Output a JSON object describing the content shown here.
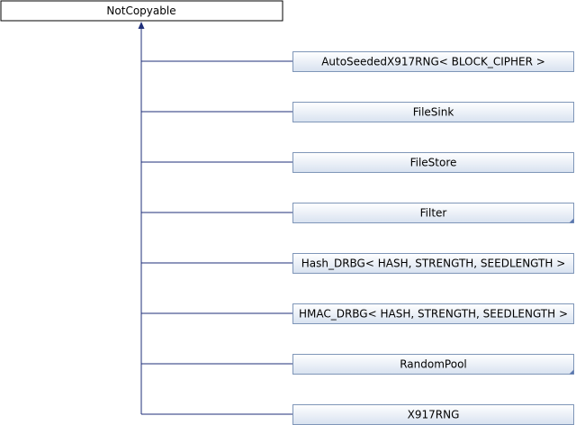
{
  "diagram": {
    "base_class": {
      "id": "notcopyable",
      "label": "NotCopyable"
    },
    "derived_classes": [
      {
        "id": "autoseeded-x917rng",
        "label": "AutoSeededX917RNG< BLOCK_CIPHER >",
        "has_more": false
      },
      {
        "id": "filesink",
        "label": "FileSink",
        "has_more": false
      },
      {
        "id": "filestore",
        "label": "FileStore",
        "has_more": false
      },
      {
        "id": "filter",
        "label": "Filter",
        "has_more": true
      },
      {
        "id": "hash-drbg",
        "label": "Hash_DRBG< HASH, STRENGTH, SEEDLENGTH >",
        "has_more": false
      },
      {
        "id": "hmac-drbg",
        "label": "HMAC_DRBG< HASH, STRENGTH, SEEDLENGTH >",
        "has_more": false
      },
      {
        "id": "randompool",
        "label": "RandomPool",
        "has_more": true
      },
      {
        "id": "x917rng",
        "label": "X917RNG",
        "has_more": false
      }
    ],
    "colors": {
      "base_fill": "#ffffff",
      "base_stroke": "#000000",
      "node_fill_top": "#ffffff",
      "node_fill_bottom": "#d8e2f0",
      "node_stroke": "#7f96b8",
      "edge": "#1f2f7a",
      "more_marker": "#5a77b0"
    }
  }
}
